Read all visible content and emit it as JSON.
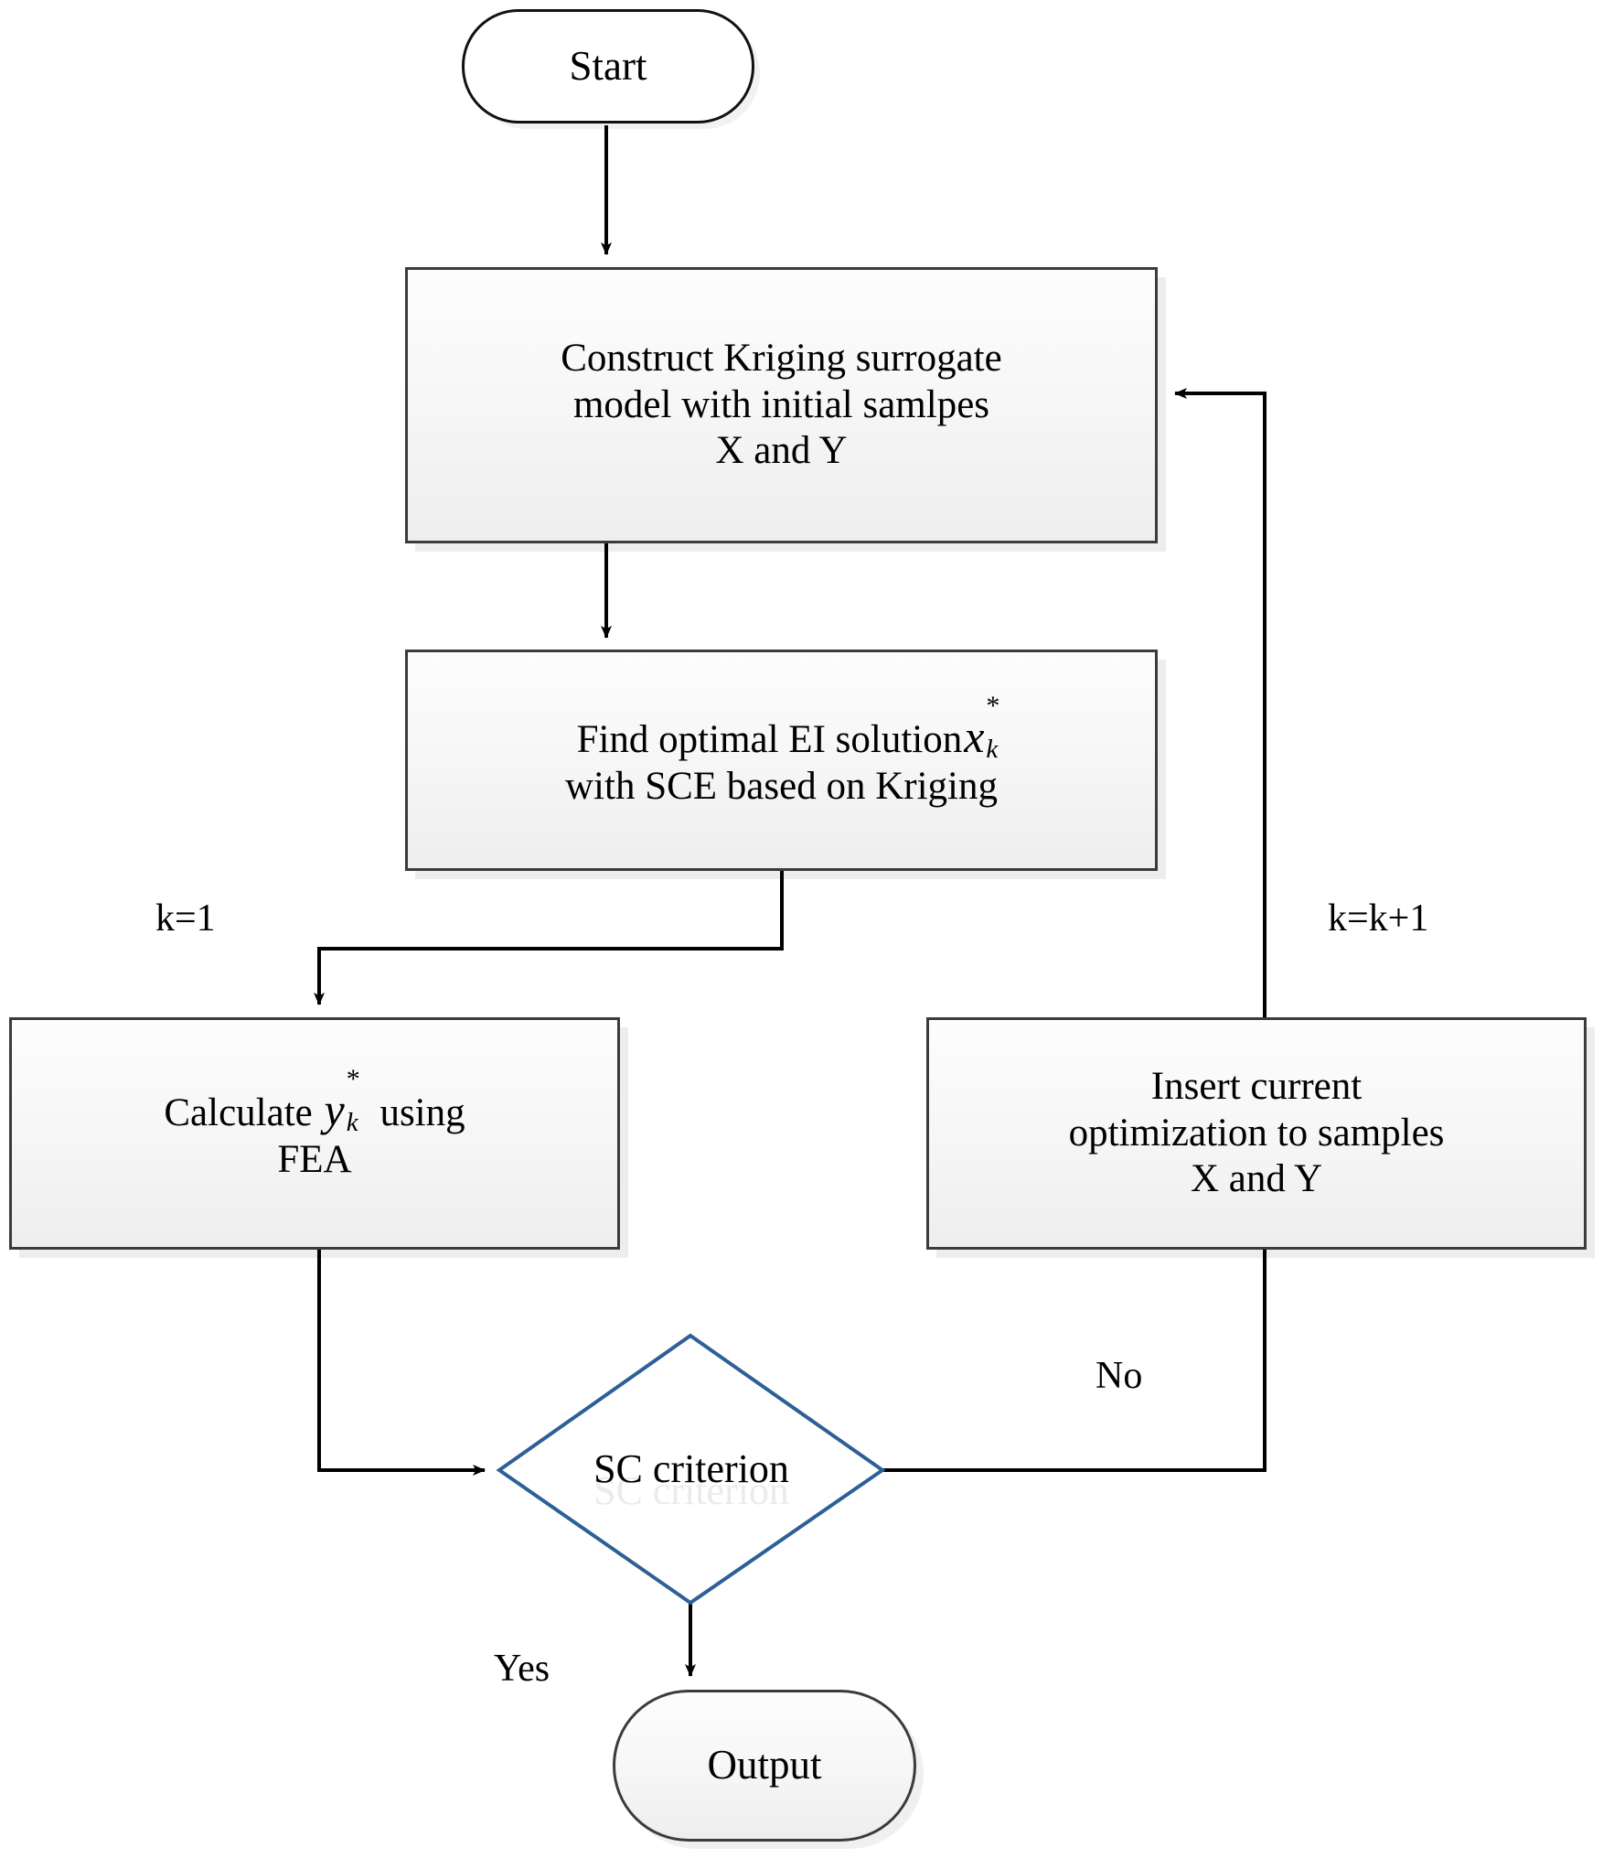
{
  "diagram": {
    "title": "Kriging surrogate-based optimization flowchart",
    "type": "flowchart",
    "colors": {
      "process_border": "#3b3b3b",
      "process_fill": "#f2f2f2",
      "decision_border": "#2e5f97",
      "decision_fill": "#ffffff",
      "connector": "#000000",
      "ghost_text": "#ebebeb"
    }
  },
  "nodes": {
    "start": {
      "label": "Start",
      "shape": "terminator"
    },
    "construct": {
      "line1": "Construct Kriging surrogate",
      "line2": "model with initial samlpes",
      "line3": "X and Y",
      "shape": "process"
    },
    "find_ei": {
      "line1_a": "Find optimal EI solution",
      "line1_var": "x",
      "line1_sup": "*",
      "line1_sub": "k",
      "line2": "with SCE based on Kriging",
      "shape": "process"
    },
    "calculate": {
      "line1_a": "Calculate ",
      "line1_var": "y",
      "line1_sup": "*",
      "line1_sub": "k",
      "line1_b": " using",
      "line2": "FEA",
      "shape": "process"
    },
    "insert": {
      "line1": "Insert current",
      "line2": "optimization to samples",
      "line3": "X and Y",
      "shape": "process"
    },
    "decision": {
      "label": "SC criterion",
      "ghost_label": "SC criterion",
      "shape": "decision"
    },
    "output": {
      "label": "Output",
      "shape": "terminator"
    }
  },
  "edge_labels": {
    "k_init": "k=1",
    "k_increment": "k=k+1",
    "no": "No",
    "yes": "Yes"
  }
}
